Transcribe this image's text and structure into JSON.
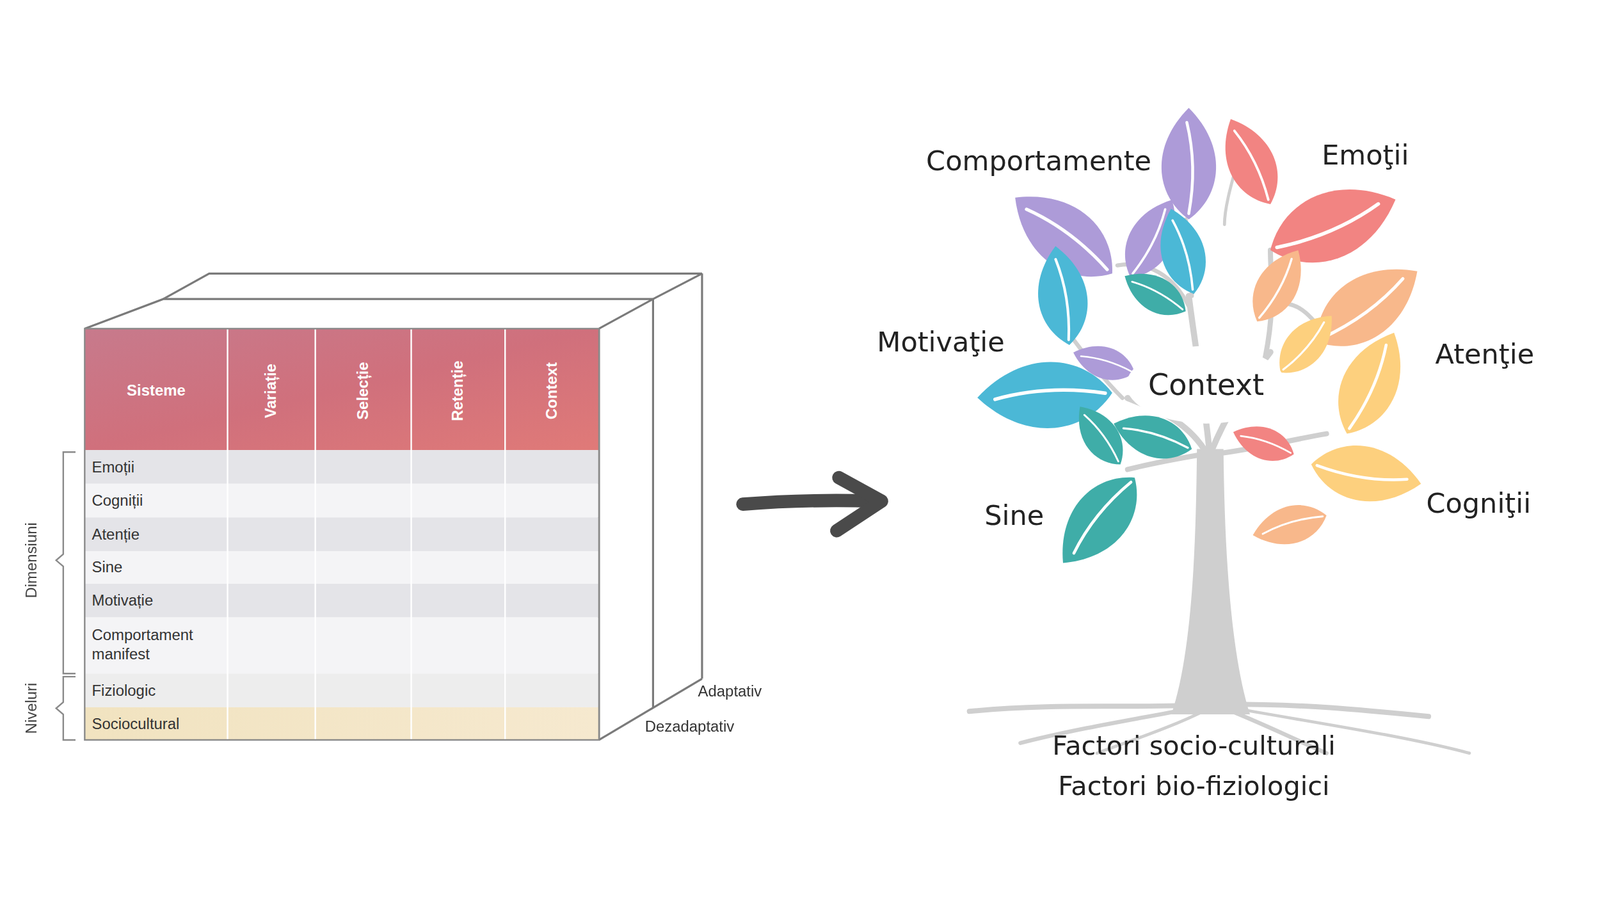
{
  "diagram": {
    "labels": [
      "Sisteme",
      "Variație",
      "Selecție",
      "Retenție",
      "Context",
      "Emoții",
      "Cogniții",
      "Atenție",
      "Sine",
      "Motivație",
      "Comportament manifest",
      "Fiziologic",
      "Sociocultural",
      "Dimensiuni",
      "Niveluri",
      "Adaptativ",
      "Dezadaptativ",
      "Comportamente",
      "Emoţii",
      "Motivaţie",
      "Atenţie",
      "Context",
      "Sine",
      "Cogniţii",
      "Factori socio-culturali",
      "Factori bio-fiziologici"
    ]
  }
}
